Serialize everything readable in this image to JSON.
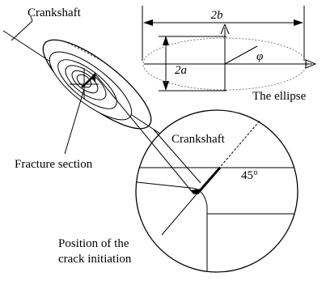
{
  "labels": {
    "crankshaft_top": "Crankshaft",
    "dim_2b": "2b",
    "dim_2a": "2a",
    "phi": "φ",
    "ellipse": "The ellipse",
    "fracture_section": "Fracture section",
    "crankshaft_detail": "Crankshaft",
    "angle": "45°",
    "crack_line1": "Position of the",
    "crack_line2": "crack initiation"
  },
  "colors": {
    "line": "#000000",
    "ellipse_dashed": "#7a7a7a",
    "background": "#ffffff"
  }
}
